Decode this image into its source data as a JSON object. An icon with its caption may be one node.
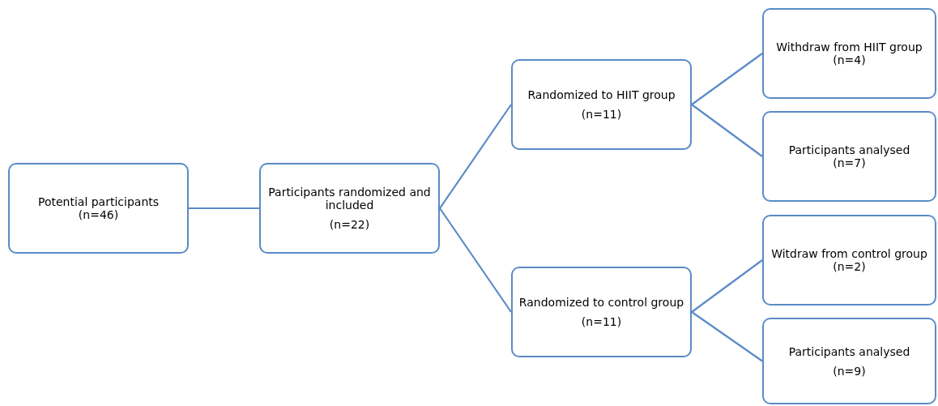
{
  "diagram": {
    "nodes": [
      {
        "text": [
          "Potential participants",
          "(n=46)"
        ]
      },
      {
        "text": [
          "Participants randomized and included",
          "(n=22)"
        ]
      },
      {
        "text": [
          "Randomized to HIIT group",
          "(n=11)"
        ]
      },
      {
        "text": [
          "Randomized to control group",
          "(n=11)"
        ]
      },
      {
        "text": [
          "Withdraw from HIIT group",
          "(n=4)"
        ]
      },
      {
        "text": [
          "Participants analysed",
          "(n=7)"
        ]
      },
      {
        "text": [
          "Witdraw from control group (n=2)"
        ]
      },
      {
        "text": [
          "Participants analysed",
          "(n=9)"
        ]
      }
    ],
    "edges": [
      {
        "from": 0,
        "to": 1,
        "arrow": "none"
      },
      {
        "from": 1,
        "to": 2,
        "arrow": "none"
      },
      {
        "from": 1,
        "to": 3,
        "arrow": "none"
      },
      {
        "from": 2,
        "to": 4,
        "arrow": "none"
      },
      {
        "from": 2,
        "to": 5,
        "arrow": "none"
      },
      {
        "from": 3,
        "to": 6,
        "arrow": "none"
      },
      {
        "from": 3,
        "to": 7,
        "arrow": "none"
      }
    ]
  }
}
